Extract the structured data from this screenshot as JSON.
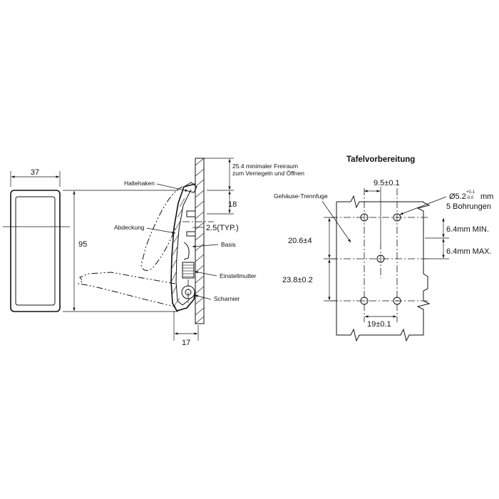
{
  "front_view": {
    "width_label": "37",
    "height_label": "95"
  },
  "side_view": {
    "freeraum_label_line1": "25.4 minimaler Freiraum",
    "freeraum_label_line2": "zum Verriegeln und Öffnen",
    "dim_18": "18",
    "dim_typ": "2.5(TYP.)",
    "dim_17": "17",
    "callouts": {
      "haltehaken": "Haltehaken",
      "abdeckung": "Abdeckung",
      "basis": "Basis",
      "einstellmutter": "Einstellmutter",
      "scharnier": "Scharnier"
    }
  },
  "panel_prep": {
    "title": "Tafelvorbereitung",
    "gehaeuse_label": "Gehäuse-Trennfuge",
    "hole_spacing_top": "9.5±0.1",
    "hole_dia_prefix": "Ø5.2",
    "hole_tol_plus": "+0.1",
    "hole_tol_minus": "-0.0",
    "hole_dia_unit": "mm",
    "holes_count": "5 Bohrungen",
    "dim_left_upper": "20.6±4",
    "dim_left_lower": "23.8±0.2",
    "dim_right_min": "6.4mm MIN.",
    "dim_right_max": "6.4mm MAX.",
    "hole_spacing_bottom": "19±0.1"
  }
}
